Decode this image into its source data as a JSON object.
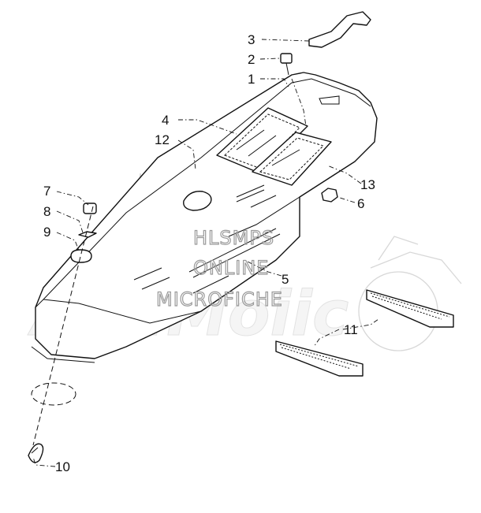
{
  "callouts": {
    "c1": "1",
    "c2": "2",
    "c3": "3",
    "c4": "4",
    "c5": "5",
    "c6": "6",
    "c7": "7",
    "c8": "8",
    "c9": "9",
    "c10": "10",
    "c11": "11",
    "c12": "12",
    "c13": "13"
  },
  "watermark": {
    "line1": "HLSMPS",
    "line2": "ONLINE",
    "line3": "MICROFICHE"
  },
  "colors": {
    "line": "#111111",
    "watermark": "#9a9a9a",
    "background": "#ffffff"
  }
}
